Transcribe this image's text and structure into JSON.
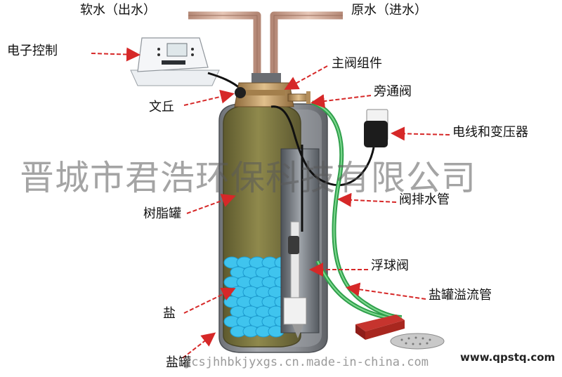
{
  "labels": {
    "soft_water": "软水（出水）",
    "raw_water": "原水（进水）",
    "electronic_control": "电子控制",
    "main_valve_assembly": "主阀组件",
    "venturi": "文丘",
    "bypass_valve": "旁通阀",
    "wire_transformer": "电线和变压器",
    "valve_drain_pipe": "阀排水管",
    "resin_tank": "树脂罐",
    "float_valve": "浮球阀",
    "brine_overflow_pipe": "盐罐溢流管",
    "salt": "盐",
    "brine_tank": "盐罐"
  },
  "watermark": {
    "company": "晋城市君浩环保科技有限公司",
    "url": "jcsjhhbkjyxgs.cn.made-in-china.com",
    "site": "www.qpstq.com"
  },
  "colors": {
    "arrow": "#d62828",
    "pipe": "#c7a090",
    "tank_outer": "#8a8d92",
    "resin": "#7e7840",
    "salt": "#3fc4ee",
    "green_hose": "#3db45a",
    "brass": "#c9a56e"
  },
  "icons": [
    "arrow-icon",
    "controller-icon",
    "transformer-icon",
    "salt-plate-icon"
  ]
}
